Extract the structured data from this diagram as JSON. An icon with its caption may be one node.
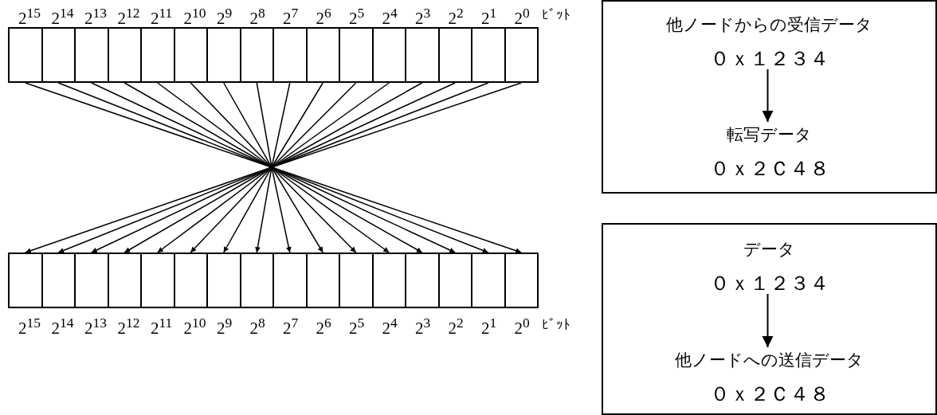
{
  "diagram": {
    "nodes": [
      {
        "text": [],
        "shape": "box"
      },
      {
        "text": [],
        "shape": "box"
      },
      {
        "text": [],
        "shape": "box"
      },
      {
        "text": [],
        "shape": "box"
      },
      {
        "text": [],
        "shape": "box"
      },
      {
        "text": [],
        "shape": "box"
      },
      {
        "text": [],
        "shape": "box"
      },
      {
        "text": [],
        "shape": "box"
      },
      {
        "text": [],
        "shape": "box"
      },
      {
        "text": [],
        "shape": "box"
      },
      {
        "text": [],
        "shape": "box"
      },
      {
        "text": [],
        "shape": "box"
      },
      {
        "text": [],
        "shape": "box"
      },
      {
        "text": [],
        "shape": "box"
      },
      {
        "text": [],
        "shape": "box"
      },
      {
        "text": [],
        "shape": "box"
      },
      {
        "text": [],
        "shape": "box"
      },
      {
        "text": [],
        "shape": "box"
      },
      {
        "text": [],
        "shape": "box"
      },
      {
        "text": [],
        "shape": "box"
      },
      {
        "text": [],
        "shape": "box"
      },
      {
        "text": [],
        "shape": "box"
      },
      {
        "text": [],
        "shape": "box"
      },
      {
        "text": [],
        "shape": "box"
      },
      {
        "text": [],
        "shape": "box"
      },
      {
        "text": [],
        "shape": "box"
      },
      {
        "text": [],
        "shape": "box"
      },
      {
        "text": [],
        "shape": "box"
      },
      {
        "text": [],
        "shape": "box"
      },
      {
        "text": [],
        "shape": "box"
      },
      {
        "text": [],
        "shape": "box"
      },
      {
        "text": [],
        "shape": "box"
      },
      {
        "text": [],
        "shape": "box"
      },
      {
        "text": [
          "他ノードからの受信データ",
          "０ｘ１２３４"
        ],
        "in": 32
      },
      {
        "text": [
          "転写データ",
          "０ｘ２Ｃ４８"
        ],
        "in": 32
      },
      {
        "text": [],
        "shape": "box"
      },
      {
        "text": [
          "データ",
          "０ｘ１２３４"
        ],
        "in": 35
      },
      {
        "text": [
          "他ノードへの送信データ",
          "０ｘ２Ｃ４８"
        ],
        "in": 35
      }
    ],
    "edges": [
      {
        "from": 0,
        "to": 31,
        "arrow": "to"
      },
      {
        "from": 1,
        "to": 30,
        "arrow": "to"
      },
      {
        "from": 2,
        "to": 29,
        "arrow": "to"
      },
      {
        "from": 3,
        "to": 28,
        "arrow": "to"
      },
      {
        "from": 4,
        "to": 27,
        "arrow": "to"
      },
      {
        "from": 5,
        "to": 26,
        "arrow": "to"
      },
      {
        "from": 6,
        "to": 25,
        "arrow": "to"
      },
      {
        "from": 7,
        "to": 24,
        "arrow": "to"
      },
      {
        "from": 8,
        "to": 23,
        "arrow": "to"
      },
      {
        "from": 9,
        "to": 22,
        "arrow": "to"
      },
      {
        "from": 10,
        "to": 21,
        "arrow": "to"
      },
      {
        "from": 11,
        "to": 20,
        "arrow": "to"
      },
      {
        "from": 12,
        "to": 19,
        "arrow": "to"
      },
      {
        "from": 13,
        "to": 18,
        "arrow": "to"
      },
      {
        "from": 14,
        "to": 17,
        "arrow": "to"
      },
      {
        "from": 15,
        "to": 16,
        "arrow": "to"
      },
      {
        "from": 33,
        "to": 34,
        "arrow": "to"
      },
      {
        "from": 36,
        "to": 37,
        "arrow": "to"
      }
    ],
    "labels": [
      "2$^{15}$",
      "2$^{14}$",
      "2$^{13}$",
      "2$^{12}$",
      "2$^{11}$",
      "2$^{10}$",
      "2$^{9}$",
      "2$^{8}$",
      "2$^{7}$",
      "2$^{6}$",
      "2$^{5}$",
      "2$^{4}$",
      "2$^{3}$",
      "2$^{2}$",
      "2$^{1}$",
      "2$^{0}$",
      "ﾋﾞｯﾄ",
      "2$^{15}$",
      "2$^{14}$",
      "2$^{13}$",
      "2$^{12}$",
      "2$^{11}$",
      "2$^{10}$",
      "2$^{9}$",
      "2$^{8}$",
      "2$^{7}$",
      "2$^{6}$",
      "2$^{5}$",
      "2$^{4}$",
      "2$^{3}$",
      "2$^{2}$",
      "2$^{1}$",
      "2$^{0}$",
      "ﾋﾞｯﾄ"
    ]
  }
}
